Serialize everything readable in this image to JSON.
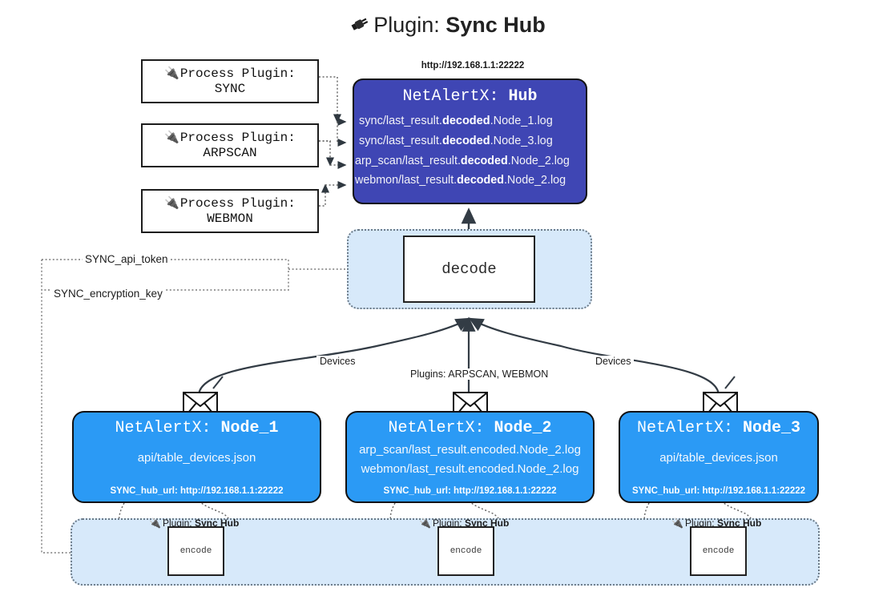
{
  "title": {
    "icon": "plug-icon",
    "prefix": "Plugin:",
    "name": "Sync Hub"
  },
  "process_plugins": [
    {
      "icon": "plug-icon",
      "line1": "Process Plugin:",
      "line2": "SYNC"
    },
    {
      "icon": "plug-icon",
      "line1": "Process Plugin:",
      "line2": "ARPSCAN"
    },
    {
      "icon": "plug-icon",
      "line1": "Process Plugin:",
      "line2": "WEBMON"
    }
  ],
  "hub": {
    "url": "http://192.168.1.1:22222",
    "title_prefix": "NetAlertX:",
    "title_name": "Hub",
    "logs": [
      {
        "pre": "sync/last_result.",
        "mid": "decoded",
        "post": ".Node_1.log"
      },
      {
        "pre": "sync/last_result.",
        "mid": "decoded",
        "post": ".Node_3.log"
      },
      {
        "pre": "arp_scan/last_result.",
        "mid": "decoded",
        "post": ".Node_2.log"
      },
      {
        "pre": "webmon/last_result.",
        "mid": "decoded",
        "post": ".Node_2.log"
      }
    ]
  },
  "decode": {
    "label": "decode"
  },
  "keys": {
    "api_token": "SYNC_api_token",
    "encryption_key": "SYNC_encryption_key"
  },
  "edges": {
    "devices_left": "Devices",
    "devices_right": "Devices",
    "plugins": "Plugins: ARPSCAN, WEBMON"
  },
  "nodes": [
    {
      "title_prefix": "NetAlertX:",
      "title_name": "Node_1",
      "lines": [
        "api/table_devices.json"
      ],
      "hub_url": "SYNC_hub_url: http://192.168.1.1:22222",
      "envelope_icon": "envelope-icon"
    },
    {
      "title_prefix": "NetAlertX:",
      "title_name": "Node_2",
      "lines": [
        "arp_scan/last_result.encoded.Node_2.log",
        "webmon/last_result.encoded.Node_2.log"
      ],
      "hub_url": "SYNC_hub_url: http://192.168.1.1:22222",
      "envelope_icon": "envelope-icon"
    },
    {
      "title_prefix": "NetAlertX:",
      "title_name": "Node_3",
      "lines": [
        "api/table_devices.json"
      ],
      "hub_url": "SYNC_hub_url: http://192.168.1.1:22222",
      "envelope_icon": "envelope-icon"
    }
  ],
  "encoders": [
    {
      "icon": "plug-icon",
      "label_prefix": "Plugin:",
      "label_name": "Sync Hub",
      "box": "encode"
    },
    {
      "icon": "plug-icon",
      "label_prefix": "Plugin:",
      "label_name": "Sync Hub",
      "box": "encode"
    },
    {
      "icon": "plug-icon",
      "label_prefix": "Plugin:",
      "label_name": "Sync Hub",
      "box": "encode"
    }
  ],
  "colors": {
    "hub_fill": "#3f46b4",
    "node_fill": "#2b9af5",
    "band_fill": "#d7e9fa",
    "band_border": "#6b7a88",
    "stroke": "#333c45",
    "background": "#ffffff"
  }
}
